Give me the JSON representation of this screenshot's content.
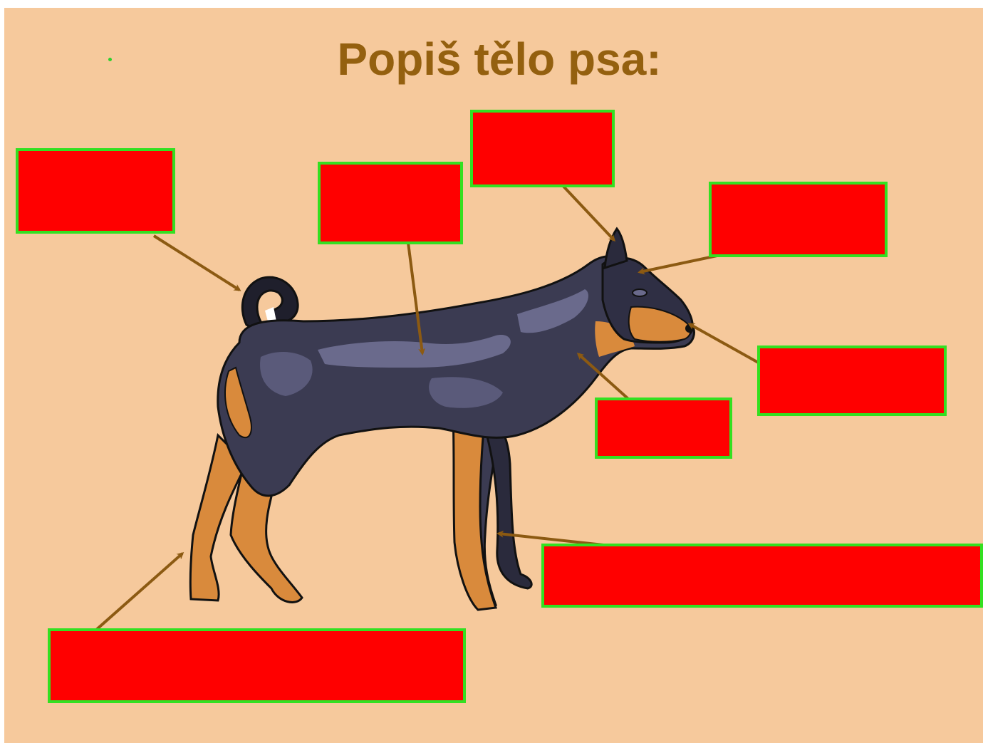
{
  "slide": {
    "title": "Popiš tělo psa:",
    "background_color": "#f6c99c",
    "title_color": "#94600f"
  },
  "label_boxes": {
    "fill_color": "#ff0000",
    "border_color": "#33e021",
    "items": [
      {
        "id": "box-tail",
        "text": ""
      },
      {
        "id": "box-back",
        "text": ""
      },
      {
        "id": "box-ear",
        "text": ""
      },
      {
        "id": "box-eye",
        "text": ""
      },
      {
        "id": "box-nose",
        "text": ""
      },
      {
        "id": "box-neck",
        "text": ""
      },
      {
        "id": "box-front-leg",
        "text": ""
      },
      {
        "id": "box-hind-leg",
        "text": ""
      }
    ]
  },
  "arrows": {
    "color": "#8c5a12"
  },
  "dog": {
    "coat_color": "#3b3b52",
    "highlight_color": "#6a6a8c",
    "tan_color": "#d98a3c"
  }
}
